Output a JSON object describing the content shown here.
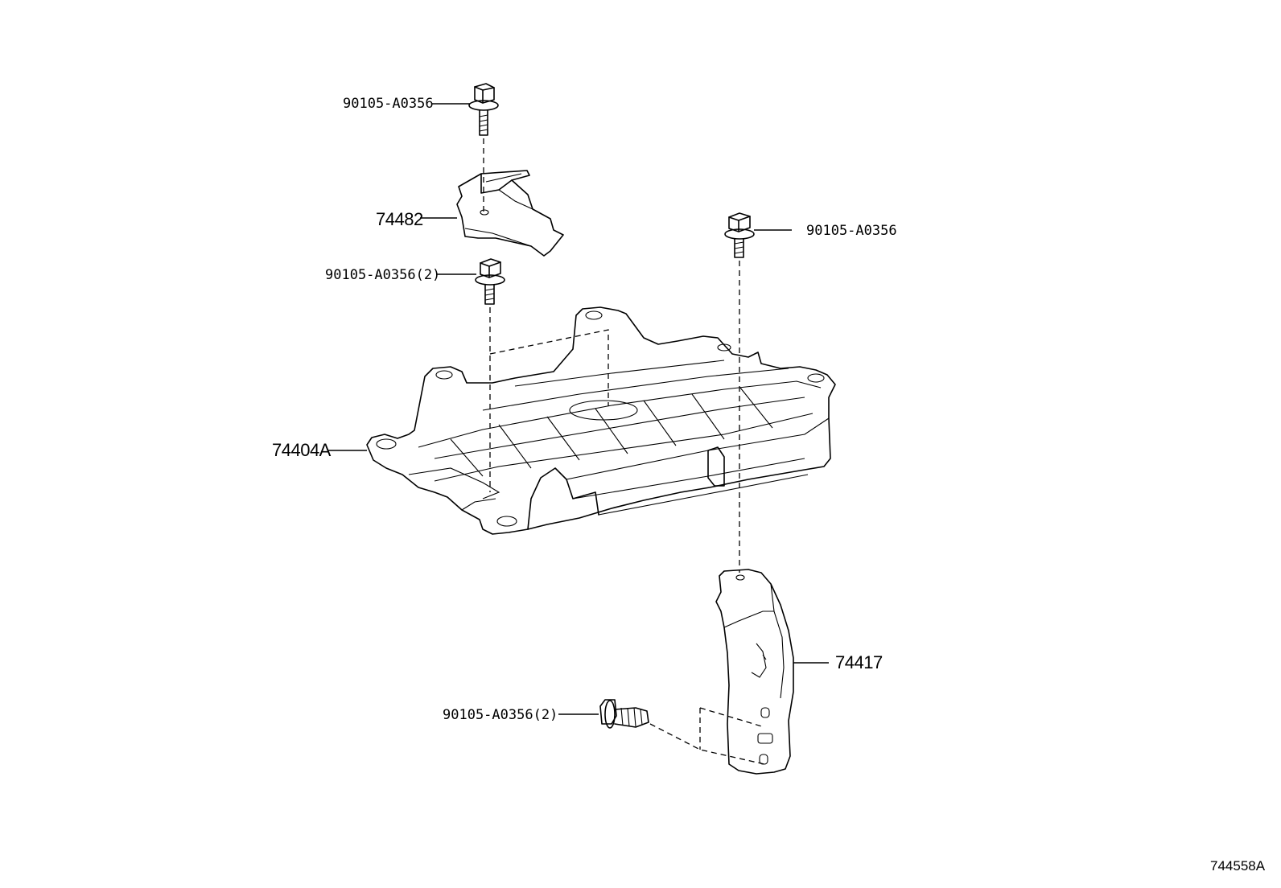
{
  "diagram": {
    "id": "744558A",
    "labels": {
      "bolt_top": "90105-A0356",
      "bracket_top": "74482",
      "bolt_upper_left": "90105-A0356(2)",
      "bolt_right": "90105-A0356",
      "tray": "74404A",
      "bracket_lower": "74417",
      "bolt_lower": "90105-A0356(2)"
    }
  }
}
